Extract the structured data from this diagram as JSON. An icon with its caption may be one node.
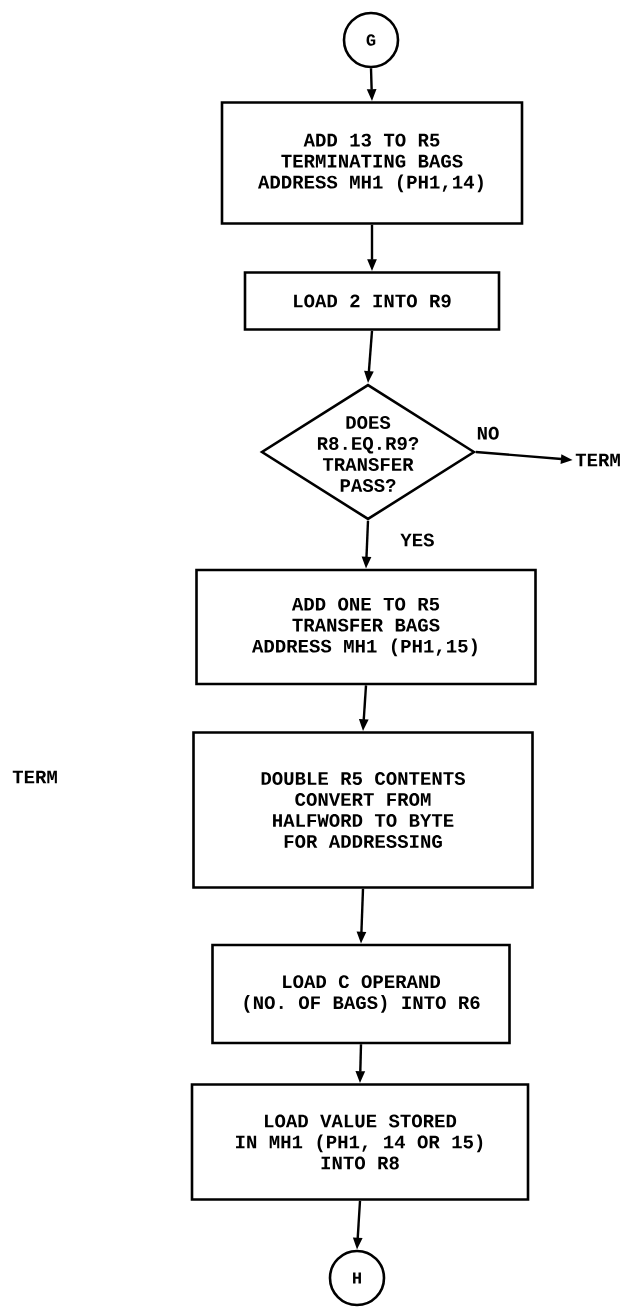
{
  "diagram": {
    "nodes": [
      {
        "text": [
          "G"
        ]
      },
      {
        "text": [
          "ADD 13 TO R5 TERMINATING BAGS ADDRESS MH1 (PH1,14)"
        ]
      },
      {
        "text": [
          "LOAD 2 INTO R9"
        ]
      },
      {
        "text": [
          "DOES R8.EQ.R9? TRANSFER PASS?"
        ]
      },
      {
        "text": [
          "TERM"
        ]
      },
      {
        "text": [
          "ADD ONE TO R5 TRANSFER BAGS ADDRESS MH1 (PH1,15)"
        ]
      },
      {
        "text": [
          "DOUBLE R5 CONTENTS CONVERT FROM HALFWORD TO BYTE FOR ADDRESSING"
        ]
      },
      {
        "text": [
          "LOAD C OPERAND (NO. OF BAGS) INTO R6"
        ]
      },
      {
        "text": [
          "LOAD VALUE STORED IN MH1 (PH1, 14 OR 15) INTO R8"
        ]
      },
      {
        "text": [
          "H"
        ]
      }
    ],
    "edges": [
      {
        "from": 0,
        "to": 1,
        "arrow": "to"
      },
      {
        "from": 1,
        "to": 2,
        "arrow": "to"
      },
      {
        "from": 2,
        "to": 3,
        "arrow": "to"
      },
      {
        "from": 3,
        "to": 4,
        "arrow": "to",
        "label": "NO"
      },
      {
        "from": 3,
        "to": 5,
        "arrow": "to",
        "label": "YES"
      },
      {
        "from": 5,
        "to": 6,
        "arrow": "to"
      },
      {
        "from": 6,
        "to": 7,
        "arrow": "to"
      },
      {
        "from": 7,
        "to": 8,
        "arrow": "to"
      },
      {
        "from": 8,
        "to": 9,
        "arrow": "to"
      }
    ],
    "labels": [
      "TERM"
    ]
  }
}
